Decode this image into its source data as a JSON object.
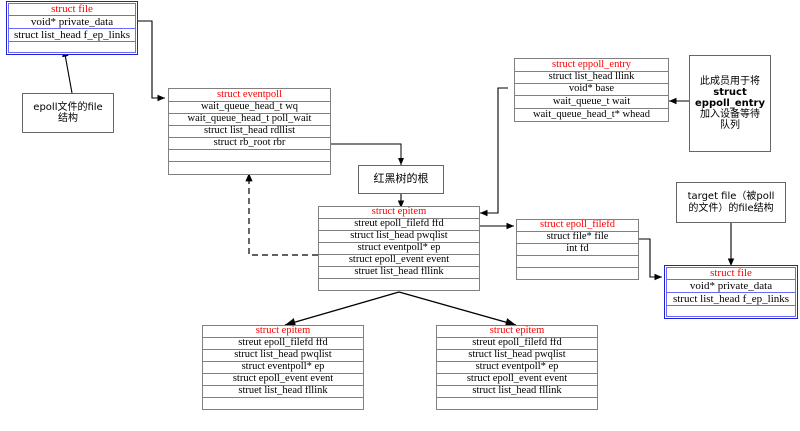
{
  "diagram": {
    "title": "Linux epoll kernel data structure relationships",
    "colors": {
      "struct_name": "#ff0000",
      "file_struct_border": "#2222cc",
      "box_border": "#808080",
      "note_border": "#666666",
      "connector": "#000000",
      "background": "#ffffff"
    }
  },
  "boxes": {
    "epoll_file": {
      "title": "struct file",
      "fields": [
        "void* private_data",
        "struct list_head f_ep_links",
        ""
      ]
    },
    "eventpoll": {
      "title": "struct eventpoll",
      "fields": [
        "wait_queue_head_t wq",
        "wait_queue_head_t poll_wait",
        "struct list_head rdllist",
        "struct rb_root rbr",
        "",
        ""
      ]
    },
    "eppoll_entry": {
      "title": "struct eppoll_entry",
      "fields": [
        "struct list_head llink",
        "void* base",
        "wait_queue_t wait",
        "wait_queue_head_t* whead"
      ]
    },
    "epitem_root": {
      "title": "struct epitem",
      "fields": [
        "streut epoll_filefd ffd",
        "struct list_head pwqlist",
        "struct eventpoll* ep",
        "struct epoll_event event",
        "struet list_head fllink",
        ""
      ]
    },
    "epoll_filefd": {
      "title": "struct epoll_filefd",
      "fields": [
        "struct file* file",
        "int fd",
        "",
        ""
      ]
    },
    "target_file": {
      "title": "struct file",
      "fields": [
        "void* private_data",
        "struct list_head f_ep_links",
        ""
      ]
    },
    "epitem_left": {
      "title": "struct epitem",
      "fields": [
        "streut epoll_filefd ffd",
        "struct list_head pwqlist",
        "struct eventpoll* ep",
        "struct epoll_event event",
        "struet list_head fllink",
        ""
      ]
    },
    "epitem_right": {
      "title": "struct epitem",
      "fields": [
        "streut epoll_filefd ffd",
        "struct list_head pwqlist",
        "struct eventpoll* ep",
        "struct epoll_event event",
        "struct list_head fllink",
        ""
      ]
    }
  },
  "notes": {
    "epoll_file_note": {
      "lines": [
        "epoll文件的file",
        "结构"
      ]
    },
    "rbtree_root_note": {
      "lines": [
        "红黑树的根"
      ]
    },
    "eppoll_entry_note": {
      "lines": [
        "此成员用于将",
        "struct",
        "eppoll_entry",
        "加入设备等待",
        "队列"
      ],
      "bold_lines": [
        1,
        2
      ]
    },
    "target_file_note": {
      "lines": [
        "target file（被poll",
        "的文件）的file结构"
      ]
    }
  }
}
